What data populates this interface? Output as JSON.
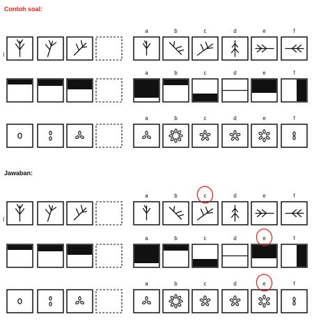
{
  "headings": {
    "example": "Contoh soal:",
    "answer": "Jawaban:"
  },
  "row_marker": "I",
  "option_letters": [
    "a",
    "b",
    "c",
    "d",
    "e",
    "f"
  ],
  "answers_circled": [
    "c",
    "e",
    "e"
  ],
  "colors": {
    "heading_example": "#e8231b",
    "ink": "#111111",
    "answer_circle": "#d81c1c"
  }
}
